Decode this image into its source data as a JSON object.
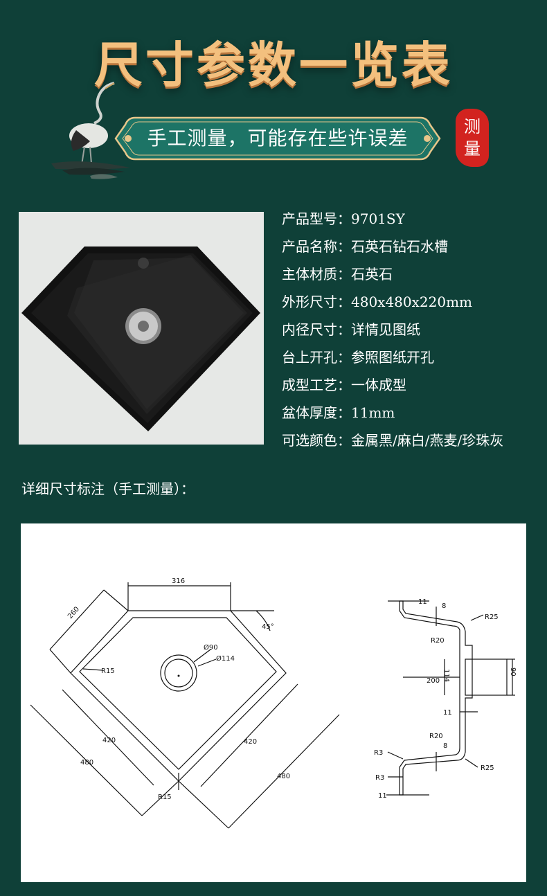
{
  "title": "尺寸参数一览表",
  "banner": {
    "text": "手工测量，可能存在些许误差"
  },
  "seal": {
    "line1": "测",
    "line2": "量"
  },
  "specs": [
    {
      "label": "产品型号：",
      "value": "9701SY"
    },
    {
      "label": "产品名称：",
      "value": "石英石钻石水槽"
    },
    {
      "label": "主体材质：",
      "value": "石英石"
    },
    {
      "label": "外形尺寸：",
      "value": "480x480x220mm"
    },
    {
      "label": "内径尺寸：",
      "value": "详情见图纸"
    },
    {
      "label": "台上开孔：",
      "value": "参照图纸开孔"
    },
    {
      "label": "成型工艺：",
      "value": "一体成型"
    },
    {
      "label": "盆体厚度：",
      "value": "11mm"
    },
    {
      "label": "可选颜色：",
      "value": "金属黑/麻白/燕麦/珍珠灰"
    }
  ],
  "detail_label": "详细尺寸标注（手工测量）：",
  "drawing": {
    "plan": {
      "top_width": "316",
      "side": "260",
      "angle": "45°",
      "drain_inner": "Ø90",
      "drain_outer": "Ø114",
      "corner_radius_left": "R15",
      "corner_radius_bottom": "R15",
      "inner_left": "420",
      "inner_right": "420",
      "outer_left": "480",
      "outer_right": "480"
    },
    "section": {
      "rim_thickness_top": "11",
      "step_top": "8",
      "r_top_outer": "R25",
      "r_top_inner": "R20",
      "depth": "200",
      "drain_w": "114",
      "drain_h": "90",
      "wall": "11",
      "r_bottom_inner": "R20",
      "step_bottom": "8",
      "r3_a": "R3",
      "r3_b": "R3",
      "r_bottom_outer": "R25",
      "rim_thickness_bottom": "11"
    }
  },
  "colors": {
    "background": "#0f4038",
    "title": "#f3c07e",
    "banner": "#1d7466",
    "seal": "#d2231f"
  }
}
